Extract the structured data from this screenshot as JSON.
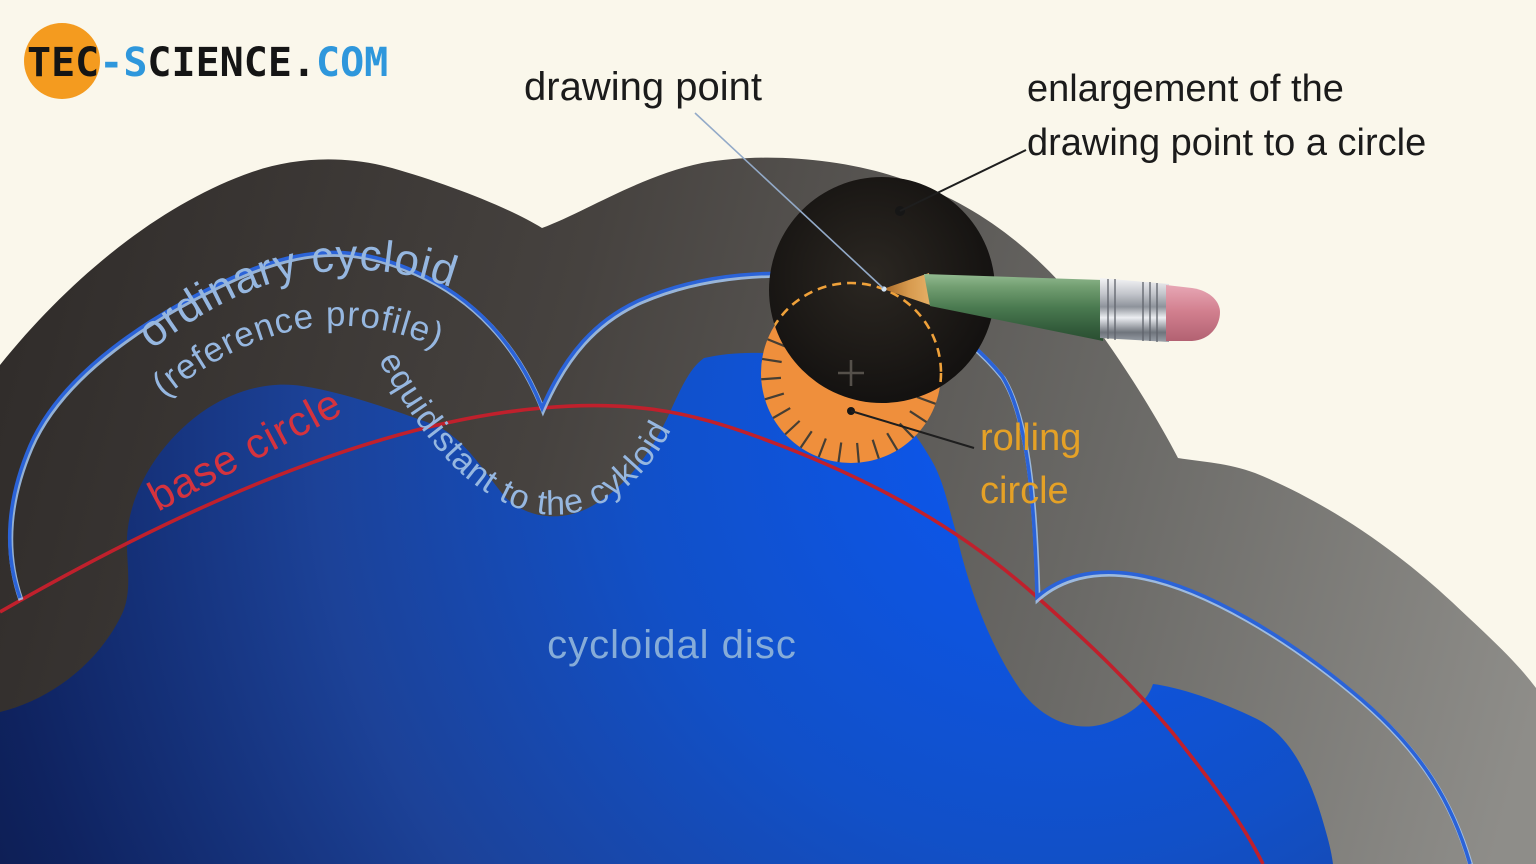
{
  "logo": {
    "seg_tec": "TEC",
    "seg_dash_s": "-S",
    "seg_cience": "CIENCE.",
    "seg_com": "COM"
  },
  "labels": {
    "drawing_point": "drawing point",
    "enlargement_line1": "enlargement of the",
    "enlargement_line2": "drawing point to a circle",
    "rolling_line1": "rolling",
    "rolling_line2": "circle",
    "ordinary_cycloid": "ordinary cycloid",
    "reference_profile": "(reference profile)",
    "equidistant": "equidistant to the cykloid",
    "base_circle": "base circle",
    "cycloidal_disc": "cycloidal disc"
  },
  "colors": {
    "background": "#faf7eb",
    "ink": "#1b1b1b",
    "label_light_blue": "#96b7e0",
    "cycloidal_disc_text": "#86acd8",
    "base_circle_text": "#d5333e",
    "rolling_circle_text": "#e5a126",
    "cycloid_line": "#2b63d8",
    "base_circle_line": "#c0202c",
    "rolling_circle_fill": "#ef8f3c",
    "rolling_circle_dash": "#efa13a",
    "gray_disc_dark": "#322e2c",
    "gray_disc_light": "#8e8d89",
    "blue_disc_dark": "#0b1742",
    "blue_disc_bright": "#0b58f4",
    "black_circle": "#1c1916",
    "pencil_green": "#49794e",
    "eraser_pink": "#d2808f",
    "leader_blue": "#93aac8",
    "logo_orange": "#f49b1f",
    "logo_blue": "#2e97dc"
  }
}
